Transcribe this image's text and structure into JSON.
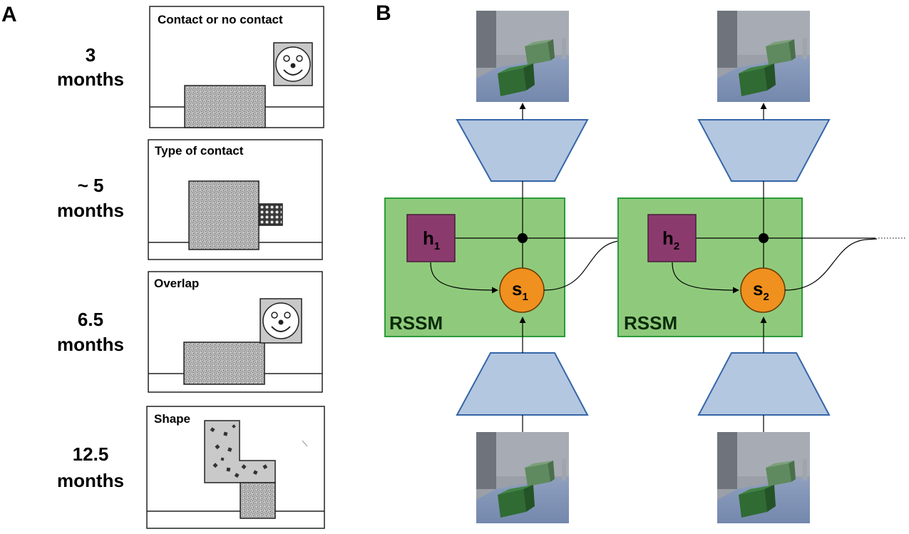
{
  "panel_a": {
    "label": "A",
    "rows": [
      {
        "age_line1": "3",
        "age_line2": "months",
        "caption": "Contact or no contact"
      },
      {
        "age_line1": "~ 5",
        "age_line2": "months",
        "caption": "Type of contact"
      },
      {
        "age_line1": "6.5",
        "age_line2": "months",
        "caption": "Overlap"
      },
      {
        "age_line1": "12.5",
        "age_line2": "months",
        "caption": "Shape"
      }
    ]
  },
  "panel_b": {
    "label": "B",
    "steps": [
      {
        "module_label": "RSSM",
        "h_base": "h",
        "h_sub": "1",
        "s_base": "s",
        "s_sub": "1"
      },
      {
        "module_label": "RSSM",
        "h_base": "h",
        "h_sub": "2",
        "s_base": "s",
        "s_sub": "2"
      }
    ],
    "colors": {
      "rssm_fill": "#8fca7c",
      "rssm_border": "#2a9d3a",
      "h_fill": "#8b3a6e",
      "s_fill": "#f0901e",
      "coder_fill": "#b4c7e0",
      "coder_stroke": "#3566a8"
    }
  }
}
